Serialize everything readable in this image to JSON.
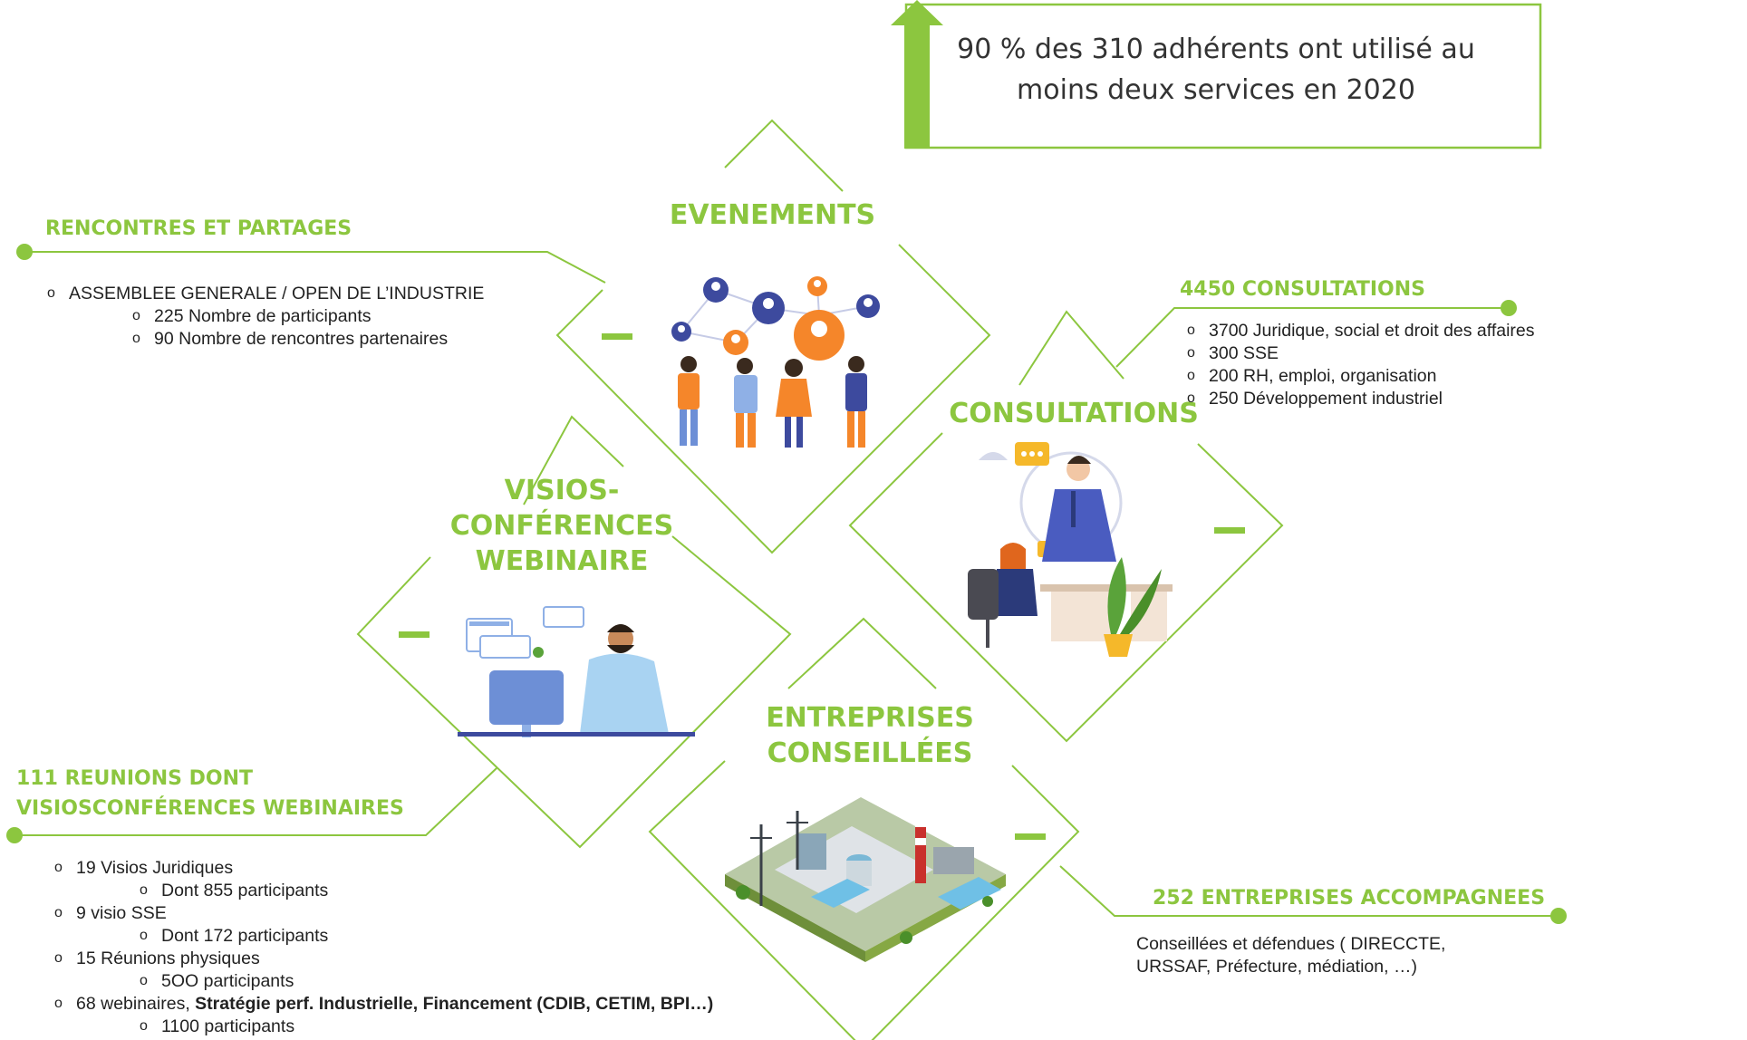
{
  "banner": {
    "text": "90 % des 310 adhérents ont utilisé au moins deux services en 2020"
  },
  "diamonds": {
    "evenements": {
      "title": "EVENEMENTS"
    },
    "consultations": {
      "title": "CONSULTATIONS"
    },
    "visios": {
      "title_line1": "VISIOS-",
      "title_line2": "CONFÉRENCES",
      "title_line3": "WEBINAIRE"
    },
    "entreprises": {
      "title_line1": "ENTREPRISES",
      "title_line2": "CONSEILLÉES"
    }
  },
  "rencontres": {
    "title": "RENCONTRES ET PARTAGES",
    "items": [
      {
        "label": "ASSEMBLEE GENERALE / OPEN DE L’INDUSTRIE",
        "sub": [
          "225 Nombre de participants",
          "90 Nombre de rencontres partenaires"
        ]
      }
    ]
  },
  "consultations_panel": {
    "title": "4450 CONSULTATIONS",
    "items": [
      "3700 Juridique, social et droit des affaires",
      "300 SSE",
      "200 RH, emploi, organisation",
      "250  Développement industriel"
    ]
  },
  "reunions": {
    "title_line1": "111  REUNIONS DONT",
    "title_line2": "VISIOSCONFÉRENCES  WEBINAIRES",
    "items": [
      {
        "label": "19 Visios Juridiques",
        "sub": "Dont 855 participants"
      },
      {
        "label": "9 visio SSE",
        "sub": "Dont 172 participants"
      },
      {
        "label": "15 Réunions physiques",
        "sub": "5OO participants"
      },
      {
        "label": "68 webinaires, ",
        "bold": "Stratégie perf. Industrielle, Financement (CDIB, CETIM, BPI…)",
        "sub": "1100 participants"
      }
    ]
  },
  "entreprises_panel": {
    "title": "252   ENTREPRISES  ACCOMPAGNEES",
    "text_line1": "Conseillées et défendues ( DIRECCTE,",
    "text_line2": "URSSAF, Préfecture, médiation, …)"
  },
  "colors": {
    "accent": "#8cc63f",
    "orange": "#f5862a",
    "navy": "#3d4a9e"
  }
}
